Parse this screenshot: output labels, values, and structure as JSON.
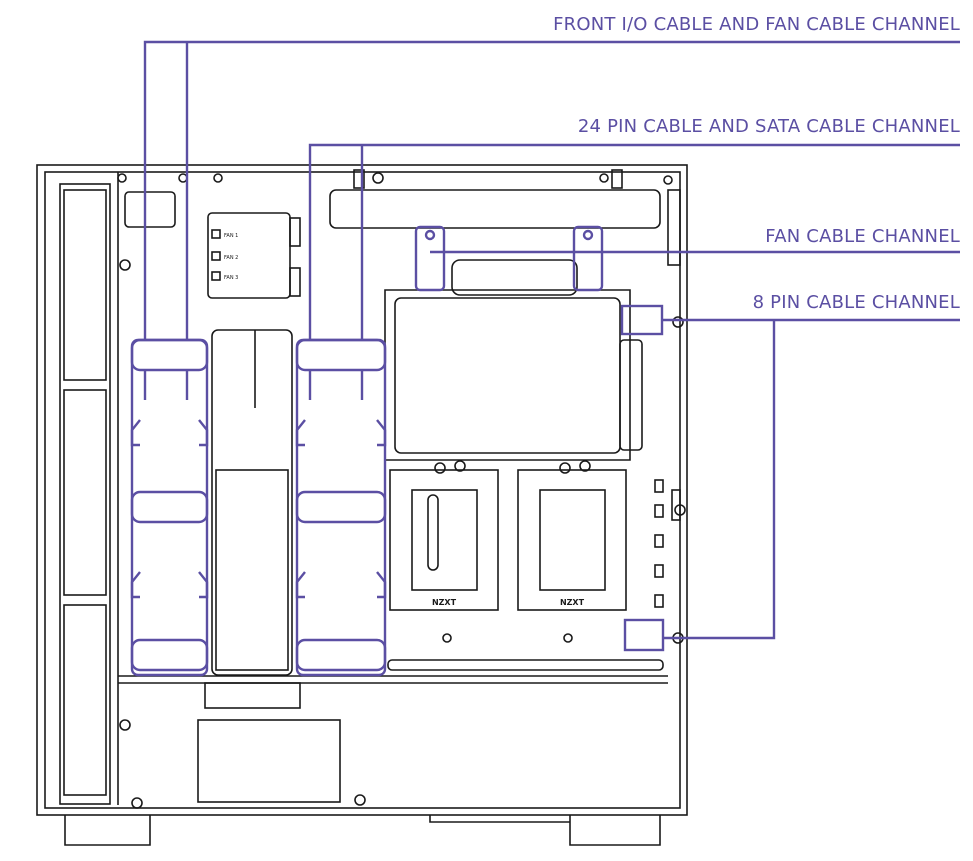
{
  "colors": {
    "line": "#1a1a1a",
    "accent": "#5b4fa3"
  },
  "callouts": {
    "front_io": "FRONT I/O CABLE AND FAN CABLE CHANNEL",
    "pin24": "24 PIN CABLE AND SATA CABLE CHANNEL",
    "fan": "FAN CABLE CHANNEL",
    "pin8": "8 PIN CABLE CHANNEL"
  },
  "drive_tray_logos": [
    "NZXT",
    "NZXT"
  ],
  "hub_port_labels": [
    "FAN 1",
    "FAN 2",
    "FAN 3"
  ]
}
